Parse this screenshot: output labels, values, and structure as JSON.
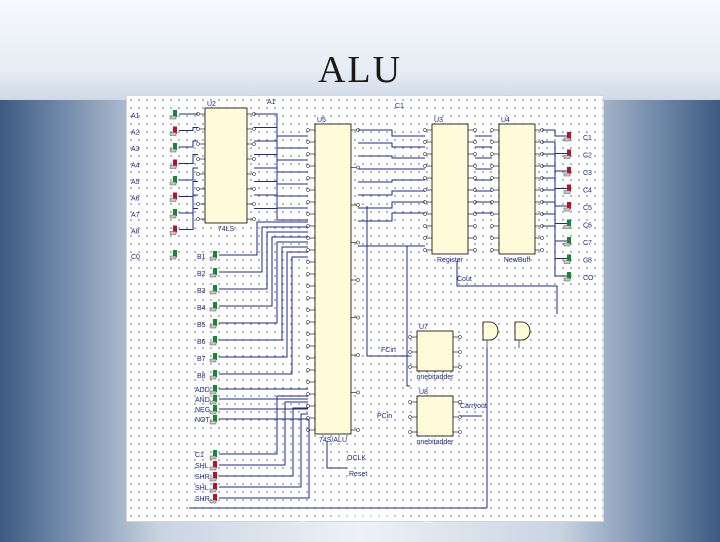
{
  "title": "ALU",
  "colors": {
    "wire": "#1f2a8c",
    "switch_red": "#b8122a",
    "switch_green": "#128a2e",
    "chip_fill": "#fffbd9"
  },
  "inputs_a": [
    "A1",
    "A2",
    "A3",
    "A4",
    "A5",
    "A6",
    "A7",
    "A8"
  ],
  "input_cin": "C0",
  "inputs_b": [
    "B1",
    "B2",
    "B3",
    "B4",
    "B5",
    "B6",
    "B7",
    "B8"
  ],
  "ops": [
    "ADD",
    "AND",
    "NEG",
    "NOT"
  ],
  "controls": [
    "C1",
    "SHL",
    "SHR",
    "SHL",
    "SHR"
  ],
  "outputs": [
    "C1",
    "C2",
    "C3",
    "C4",
    "C5",
    "C6",
    "C7",
    "C8",
    "CO"
  ],
  "chips": {
    "u2": {
      "ref": "U2",
      "part": "74LS"
    },
    "u5": {
      "ref": "U5",
      "part": "74S/ALU"
    },
    "u3": {
      "ref": "U3",
      "part": "Register"
    },
    "u4": {
      "ref": "U4",
      "part": "NewBuff"
    },
    "u7": {
      "ref": "U7",
      "part": "onebitadder"
    },
    "u8": {
      "ref": "U8",
      "part": "onebitadder"
    }
  },
  "net_labels": {
    "a1": "A1",
    "c1": "C1",
    "cout": "Cout",
    "fcin": "FCin",
    "carryout": "Carryout",
    "pcin": "PCin",
    "oclk": "OCLK",
    "reset": "Reset"
  }
}
